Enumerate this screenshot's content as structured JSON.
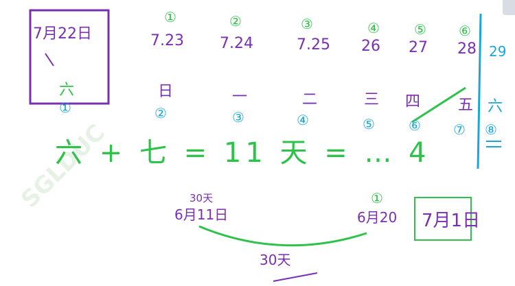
{
  "colors": {
    "purple": "#7a2fb0",
    "green": "#2ec24a",
    "blue": "#1aa7d8",
    "watermark": "#e8f3e8"
  },
  "watermark": "SGLDUC",
  "boxed_date": "7月22日",
  "boxed_weekday": "六",
  "dates": [
    "7.23",
    "7.24",
    "7.25",
    "26",
    "27",
    "28",
    "29"
  ],
  "day_numbers": [
    "①",
    "②",
    "③",
    "④",
    "⑤",
    "⑥"
  ],
  "weekdays": [
    "日",
    "一",
    "二",
    "三",
    "四",
    "五",
    "六"
  ],
  "weekday_numbers": [
    "①",
    "②",
    "③",
    "④",
    "⑤",
    "⑥",
    "⑦",
    "⑧"
  ],
  "equation": "六 + 七 = 11 天 = … 4",
  "bottom": {
    "left_label": "30天",
    "left_date": "6月11日",
    "right_number": "①",
    "right_date": "6月20",
    "boxed_date": "7月1日",
    "arc_label": "30天"
  }
}
